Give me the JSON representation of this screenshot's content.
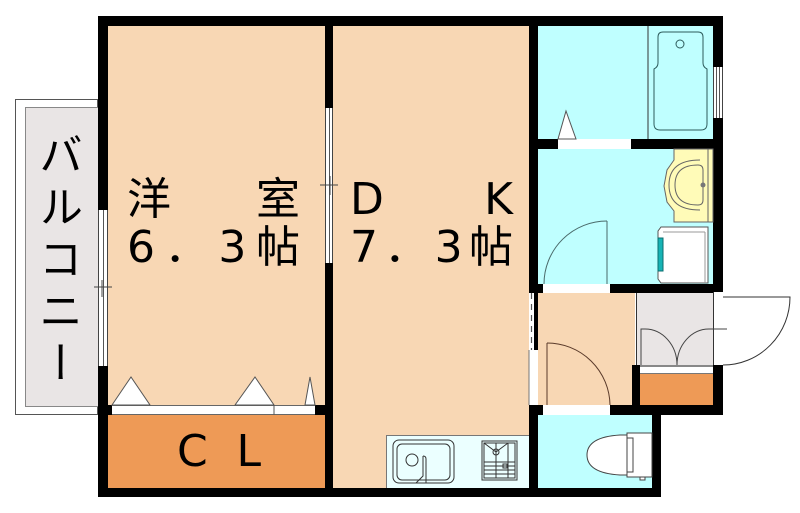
{
  "colors": {
    "room_floor": "#F8D7B4",
    "storage": "#EE9A56",
    "wet_area": "#BFFFFF",
    "entry_floor": "#E9E5E5",
    "balcony_floor": "#E9E5E5",
    "washbasin": "#FFFBB8",
    "kitchen_counter": "#EBFFFF",
    "washer_accent": "#17B3B5",
    "wall": "#000000"
  },
  "rooms": {
    "western_room": {
      "name": "洋室",
      "size": "6．3帖"
    },
    "dining_kitchen": {
      "name": "DK",
      "size": "7．3帖"
    },
    "closet": {
      "name": "CL"
    },
    "balcony": {
      "name": "バルコニー"
    }
  },
  "icons": {
    "bathtub": "bathtub-icon",
    "washbasin": "washbasin-icon",
    "washing_machine": "washing-machine-icon",
    "toilet": "toilet-icon",
    "kitchen_sink": "kitchen-sink-icon",
    "stove": "stove-icon",
    "door_swing": "door-swing-icon",
    "closet_door": "closet-door-icon",
    "front_door": "front-door-icon",
    "shoe_cabinet_door": "shoe-cabinet-door-icon"
  }
}
